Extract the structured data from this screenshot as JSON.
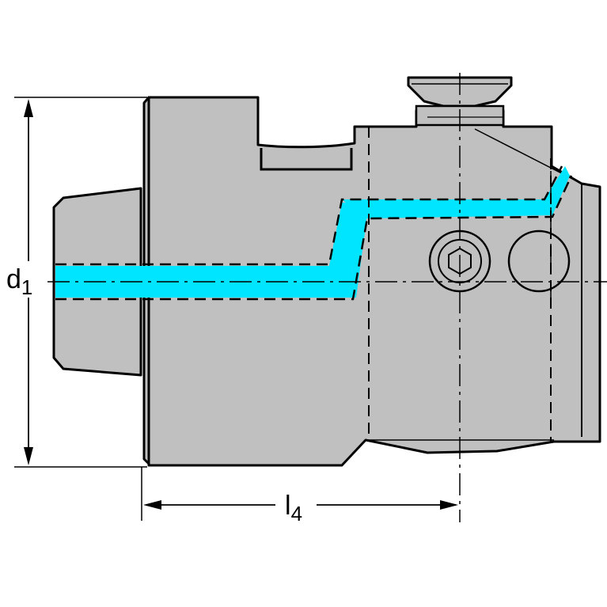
{
  "colors": {
    "body_fill": "#c0c0c0",
    "coolant": "#00e5ff",
    "outline": "#000000",
    "background": "#ffffff"
  },
  "dimensions": {
    "d1": {
      "main": "d",
      "sub": "1"
    },
    "l4": {
      "main": "l",
      "sub": "4"
    }
  },
  "icons": {
    "screw": "hex-socket-screw-icon",
    "bore": "threaded-bore-icon",
    "clamp": "clamp-screw-icon"
  }
}
